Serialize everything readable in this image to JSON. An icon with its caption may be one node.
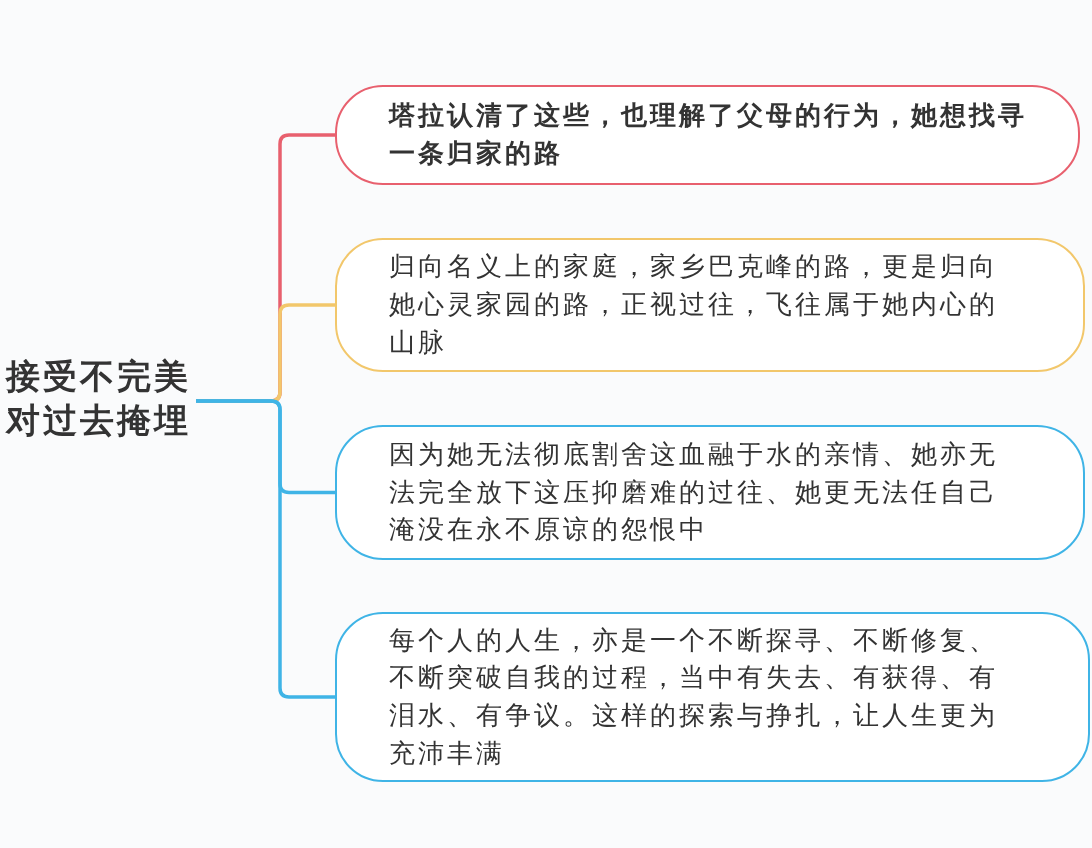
{
  "diagram": {
    "nodes": [
      {
        "text": [
          "接受不完美对过去掩埋"
        ]
      },
      {
        "text": [
          "塔拉认清了这些，也理解了父母的行为，她想找寻一条归家的路"
        ]
      },
      {
        "text": [
          "归向名义上的家庭，家乡巴克峰的路，更是归向她心灵家园的路，正视过往，飞往属于她内心的山脉"
        ]
      },
      {
        "text": [
          "因为她无法彻底割舍这血融于水的亲情、她亦无法完全放下这压抑磨难的过往、她更无法任自己淹没在永不原谅的怨恨中"
        ]
      },
      {
        "text": [
          "每个人的人生，亦是一个不断探寻、不断修复、不断突破自我的过程，当中有失去、有获得、有泪水、有争议。这样的探索与挣扎，让人生更为充沛丰满"
        ]
      }
    ],
    "edges": [
      {
        "from": 0,
        "to": 1,
        "arrow": "none",
        "color": "#e8606e"
      },
      {
        "from": 0,
        "to": 2,
        "arrow": "none",
        "color": "#f2c76b"
      },
      {
        "from": 0,
        "to": 3,
        "arrow": "none"
      },
      {
        "from": 0,
        "to": 4,
        "arrow": "none"
      }
    ]
  }
}
